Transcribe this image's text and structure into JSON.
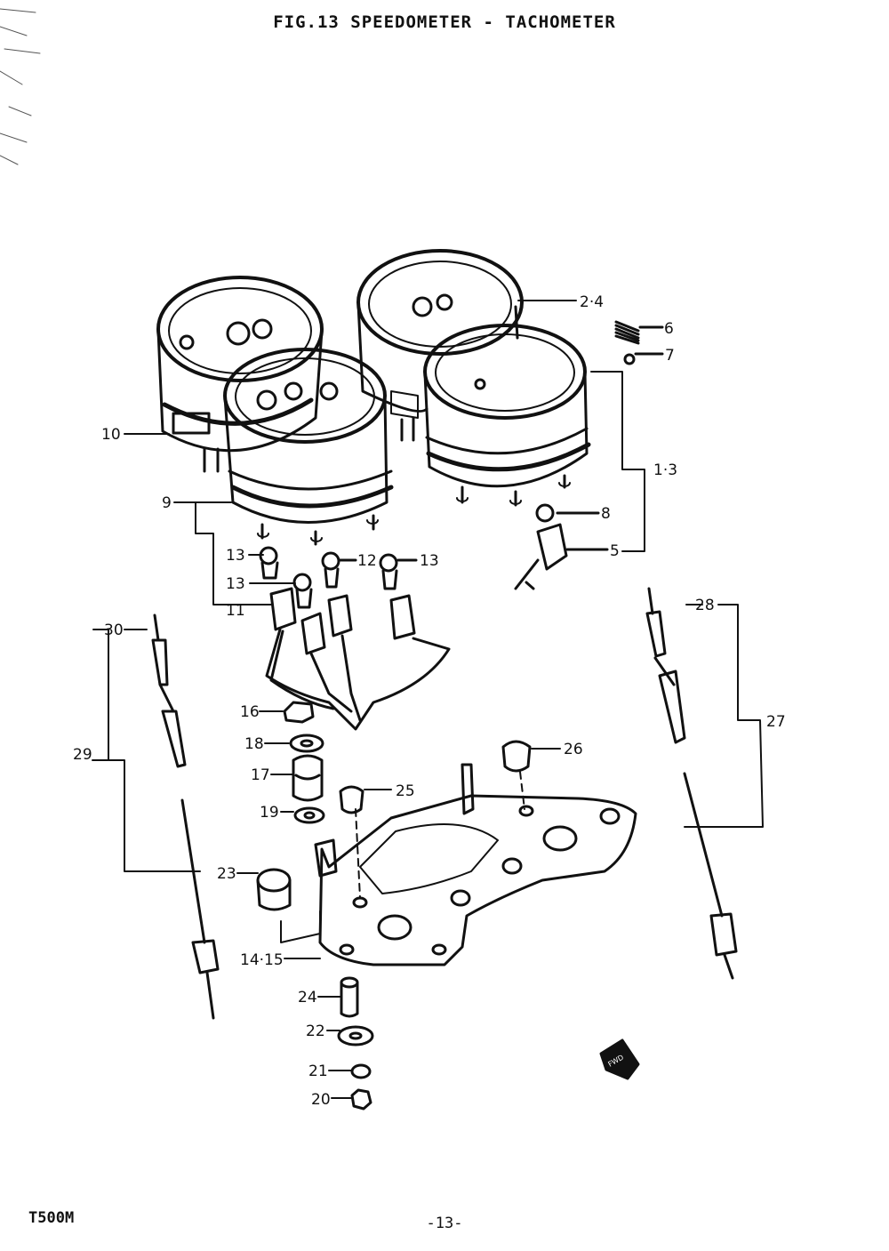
{
  "title": "FIG.13 SPEEDOMETER - TACHOMETER",
  "footer": {
    "model": "T500M",
    "page": "-13-"
  },
  "callouts": {
    "c10": "10",
    "c9": "9",
    "c24a": "2·4",
    "c6": "6",
    "c7": "7",
    "c13a": "1·3",
    "c8": "8",
    "c5": "5",
    "c13b": "13",
    "c12": "12",
    "c13c": "13",
    "c13d": "13",
    "c11": "11",
    "c30": "30",
    "c28": "28",
    "c29": "29",
    "c27": "27",
    "c16": "16",
    "c18": "18",
    "c17": "17",
    "c19": "19",
    "c26": "26",
    "c25": "25",
    "c23": "23",
    "c1415": "14·15",
    "c24": "24",
    "c22": "22",
    "c21": "21",
    "c20": "20"
  },
  "front_indicator": "FWD"
}
